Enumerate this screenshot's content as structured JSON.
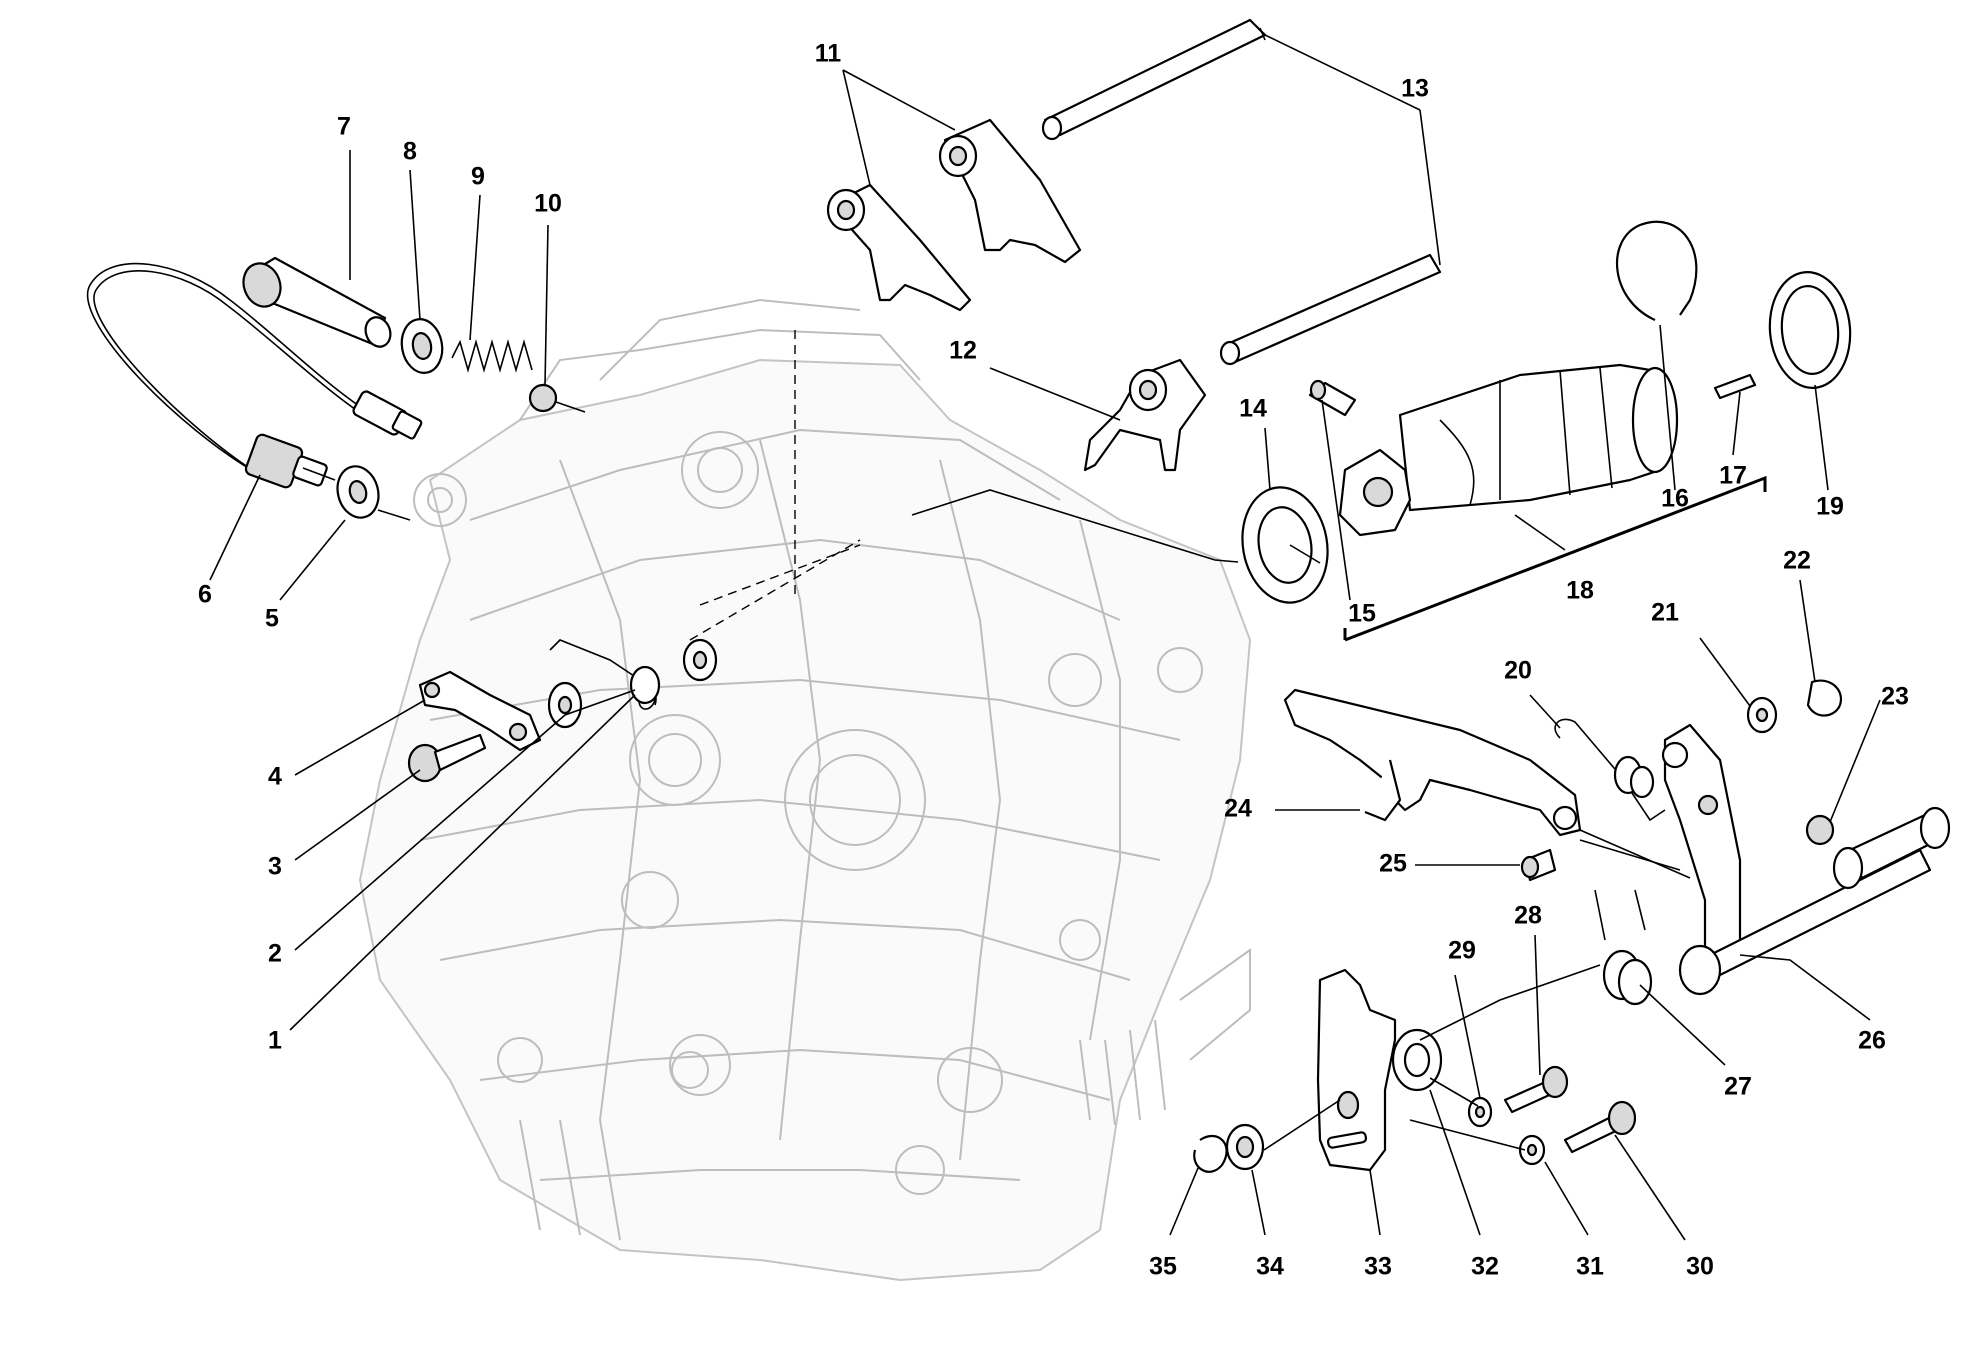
{
  "labels": {
    "l1": "1",
    "l2": "2",
    "l3": "3",
    "l4": "4",
    "l5": "5",
    "l6": "6",
    "l7": "7",
    "l8": "8",
    "l9": "9",
    "l10": "10",
    "l11": "11",
    "l12": "12",
    "l13": "13",
    "l14": "14",
    "l15": "15",
    "l16": "16",
    "l17": "17",
    "l18": "18",
    "l19": "19",
    "l20": "20",
    "l21": "21",
    "l22": "22",
    "l23": "23",
    "l24": "24",
    "l25": "25",
    "l26": "26",
    "l27": "27",
    "l28": "28",
    "l29": "29",
    "l30": "30",
    "l31": "31",
    "l32": "32",
    "l33": "33",
    "l34": "34",
    "l35": "35"
  }
}
